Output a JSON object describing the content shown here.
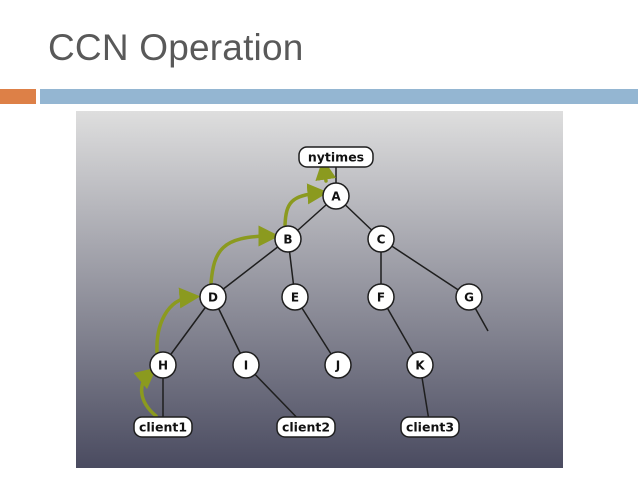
{
  "slide": {
    "title": "CCN Operation",
    "accent_left_color": "#dd8047",
    "accent_right_color": "#94b6d2"
  },
  "diagram": {
    "background_top": "#dedede",
    "background_bottom": "#4a4b60",
    "path_color": "#8b9a1f",
    "nodes": {
      "nytimes": "nytimes",
      "A": "A",
      "B": "B",
      "C": "C",
      "D": "D",
      "E": "E",
      "F": "F",
      "G": "G",
      "H": "H",
      "I": "I",
      "J": "J",
      "K": "K",
      "client1": "client1",
      "client2": "client2",
      "client3": "client3"
    }
  }
}
